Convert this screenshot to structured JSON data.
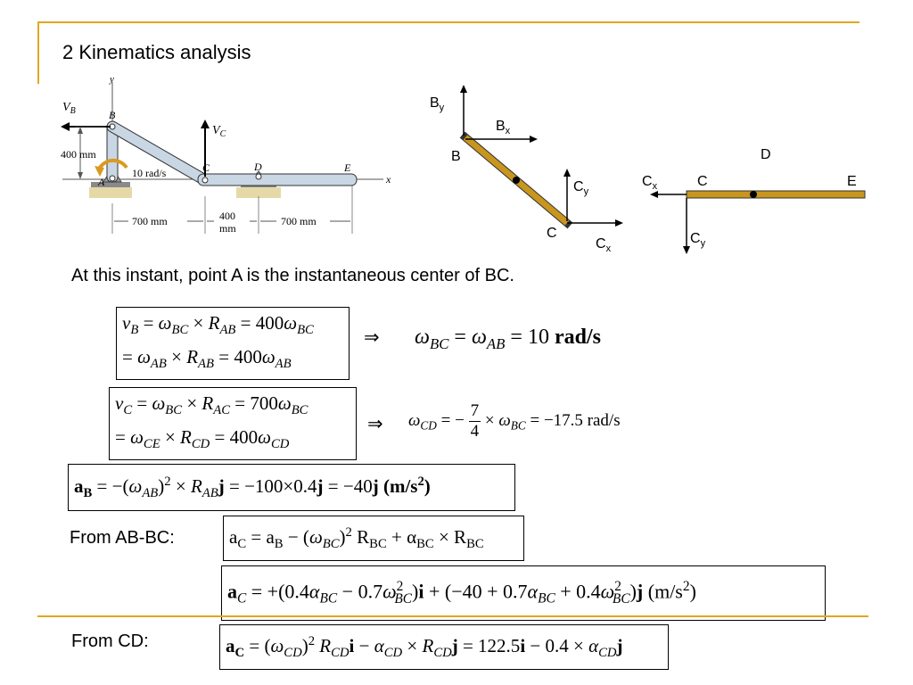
{
  "slide": {
    "title": "2  Kinematics analysis",
    "statement": "At this instant, point A is the instantaneous center of BC.",
    "from_ab_bc": "From AB-BC:",
    "from_cd": "From CD:",
    "accent_color": "#e0a820",
    "bar_color": "#c8961e"
  },
  "figure": {
    "labels": {
      "y_axis": "y",
      "x_axis": "x",
      "vb": "V",
      "vb_sub": "B",
      "vc": "V",
      "vc_sub": "C",
      "a": "A",
      "b": "B",
      "c": "C",
      "d": "D",
      "e": "E",
      "height": "400 mm",
      "omega": "10 rad/s",
      "dim1": "700 mm",
      "dim2_top": "400",
      "dim2_bot": "mm",
      "dim3": "700 mm"
    }
  },
  "fbd_bc": {
    "by": "B",
    "by_sub": "y",
    "bx": "B",
    "bx_sub": "x",
    "b": "B",
    "cy": "C",
    "cy_sub": "y",
    "c": "C",
    "cx": "C",
    "cx_sub": "x"
  },
  "fbd_ce": {
    "d": "D",
    "cx": "C",
    "cx_sub": "x",
    "c": "C",
    "e": "E",
    "cy": "C",
    "cy_sub": "y"
  },
  "equations": {
    "eq1_line1": "= 400",
    "eq1_line2": "= 400",
    "eq1_result_val": "= 10",
    "eq1_result_unit": "rad/s",
    "eq2_line1": "= 700",
    "eq2_line2": "= 400",
    "eq2_frac_num": "7",
    "eq2_frac_den": "4",
    "eq2_result": "= −17.5 rad/s",
    "eq3_mid": "= −100×0.4",
    "eq3_end": "= −40",
    "eq3_unit": "(m/s",
    "eq5_const1": "(0.4",
    "eq5_const2": " − 0.7",
    "eq5_const3": "(−40 + 0.7",
    "eq5_const4": " + 0.4",
    "eq5_unit": " (m/s",
    "eq6_val": "= 122.5",
    "eq6_coef": " − 0.4 × "
  }
}
